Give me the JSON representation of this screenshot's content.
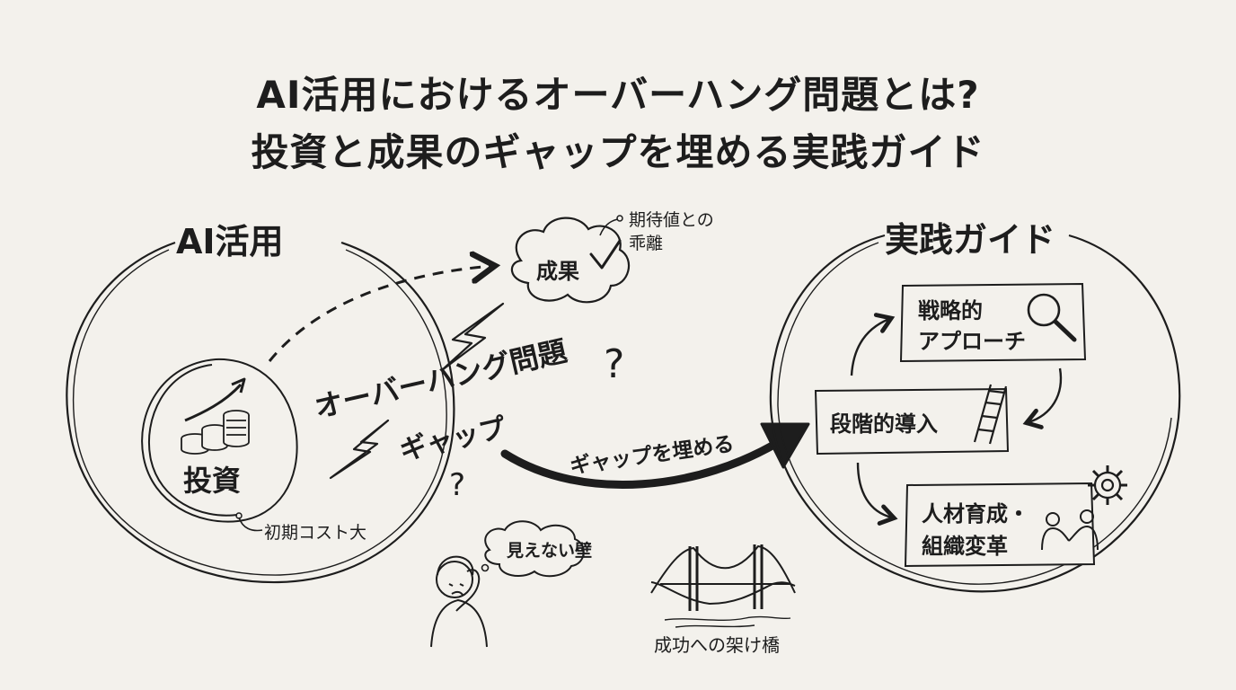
{
  "title": {
    "line1": "AI活用におけるオーバーハング問題とは?",
    "line2": "投資と成果のギャップを埋める実践ガイド"
  },
  "left_circle": {
    "heading": "AI活用",
    "investment_label": "投資",
    "investment_note": "初期コスト大"
  },
  "outcome": {
    "label": "成果",
    "note_line1": "期待値との",
    "note_line2": "乖離"
  },
  "gap": {
    "line1": "オーバーハング問題",
    "line2": "ギャップ",
    "question_mark_1": "?",
    "question_mark_2": "?"
  },
  "bridge_arrow_label": "ギャップを埋める",
  "thinking_person": {
    "bubble_text": "見えない壁"
  },
  "bridge": {
    "caption": "成功への架け橋"
  },
  "right_circle": {
    "heading": "実践ガイド",
    "steps": [
      {
        "label_line1": "戦略的",
        "label_line2": "アプローチ",
        "icon": "magnifier-icon"
      },
      {
        "label_line1": "段階的導入",
        "label_line2": "",
        "icon": "ladder-icon"
      },
      {
        "label_line1": "人材育成・",
        "label_line2": "組織変革",
        "icon": "gear-icon"
      }
    ]
  },
  "colors": {
    "background": "#f3f1ec",
    "ink": "#1d1d1d"
  }
}
